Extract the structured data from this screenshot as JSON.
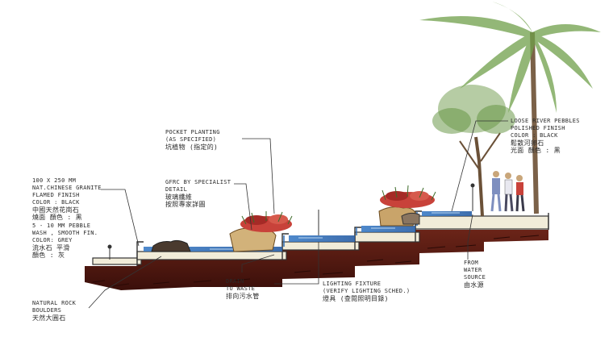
{
  "labels": {
    "granite": {
      "lines": [
        "100 X 250 MM",
        "NAT.CHINESE GRANITE",
        "FLAMED FINISH",
        "COLOR : BLACK"
      ],
      "zh_lines": [
        "中國天然花崗石",
        "燒面 顏色 : 黑"
      ]
    },
    "pebble": {
      "lines": [
        "5 - 10 MM PEBBLE",
        "WASH , SMOOTH FIN.",
        "COLOR: GREY"
      ],
      "zh_lines": [
        "流水石 平滑",
        "顏色 : 灰"
      ]
    },
    "pocket_planting": {
      "lines": [
        "POCKET PLANTING",
        "(AS SPECIFIED)"
      ],
      "zh_lines": [
        "坑植物 (指定的)"
      ]
    },
    "gfrc": {
      "lines": [
        "GFRC BY SPECIALIST",
        "DETAIL"
      ],
      "zh_lines": [
        "玻璃纖維",
        "按照專家詳圖"
      ]
    },
    "river_pebbles": {
      "lines": [
        "LOOSE RIVER PEBBLES",
        "POLISHED FINISH",
        "COLOR : BLACK"
      ],
      "zh_lines": [
        "鬆散河卵石",
        "光面 顏色 : 黑"
      ]
    },
    "drain": {
      "lines": [
        "DRAIN",
        "TO WASTE"
      ],
      "zh_lines": [
        "排向污水管"
      ]
    },
    "lighting": {
      "lines": [
        "LIGHTING FIXTURE",
        "(VERIFY LIGHTING SCHED.)"
      ],
      "zh_lines": [
        "燈具 (查閱照明目錄)"
      ]
    },
    "from_water": {
      "lines": [
        "FROM",
        "WATER",
        "SOURCE"
      ],
      "zh_lines": [
        "由水源"
      ]
    },
    "natural_rock": {
      "lines": [
        "NATURAL ROCK",
        "BOULDERS"
      ],
      "zh_lines": [
        "天然大圓石"
      ]
    }
  },
  "colors": {
    "soil": "#5a1d14",
    "soil_dark": "#3a0f0a",
    "water": "#2f6fb8",
    "concrete": "#e8e2cc",
    "planting": "#c8423a",
    "foliage": "#5d8f3a",
    "rock": "#c9b07a"
  }
}
